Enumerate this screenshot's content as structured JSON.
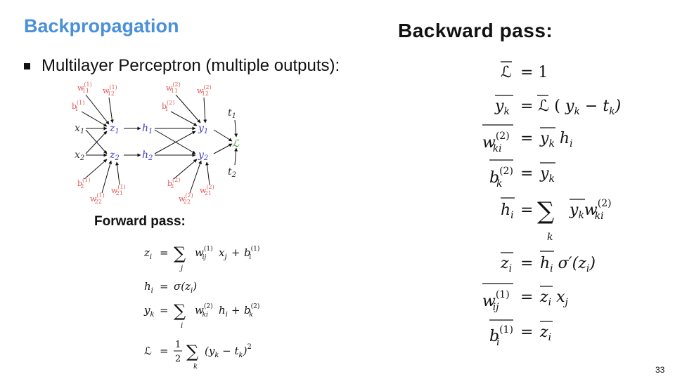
{
  "slide": {
    "title": "Backpropagation",
    "bullet": "Multilayer Perceptron (multiple outputs):",
    "forward_title": "Forward pass:",
    "backward_title": "Backward pass:",
    "page_number": "33"
  },
  "network": {
    "inputs": [
      "x1",
      "x2"
    ],
    "z_nodes": [
      "z1",
      "z2"
    ],
    "h_nodes": [
      "h1",
      "h2"
    ],
    "y_nodes": [
      "y1",
      "y2"
    ],
    "loss": "L",
    "targets": [
      "t1",
      "t2"
    ],
    "colors": {
      "weights": "#e05a5a",
      "hidden": "#3a3ad0",
      "loss": "#2a9a2a",
      "inputs": "#333333"
    }
  }
}
